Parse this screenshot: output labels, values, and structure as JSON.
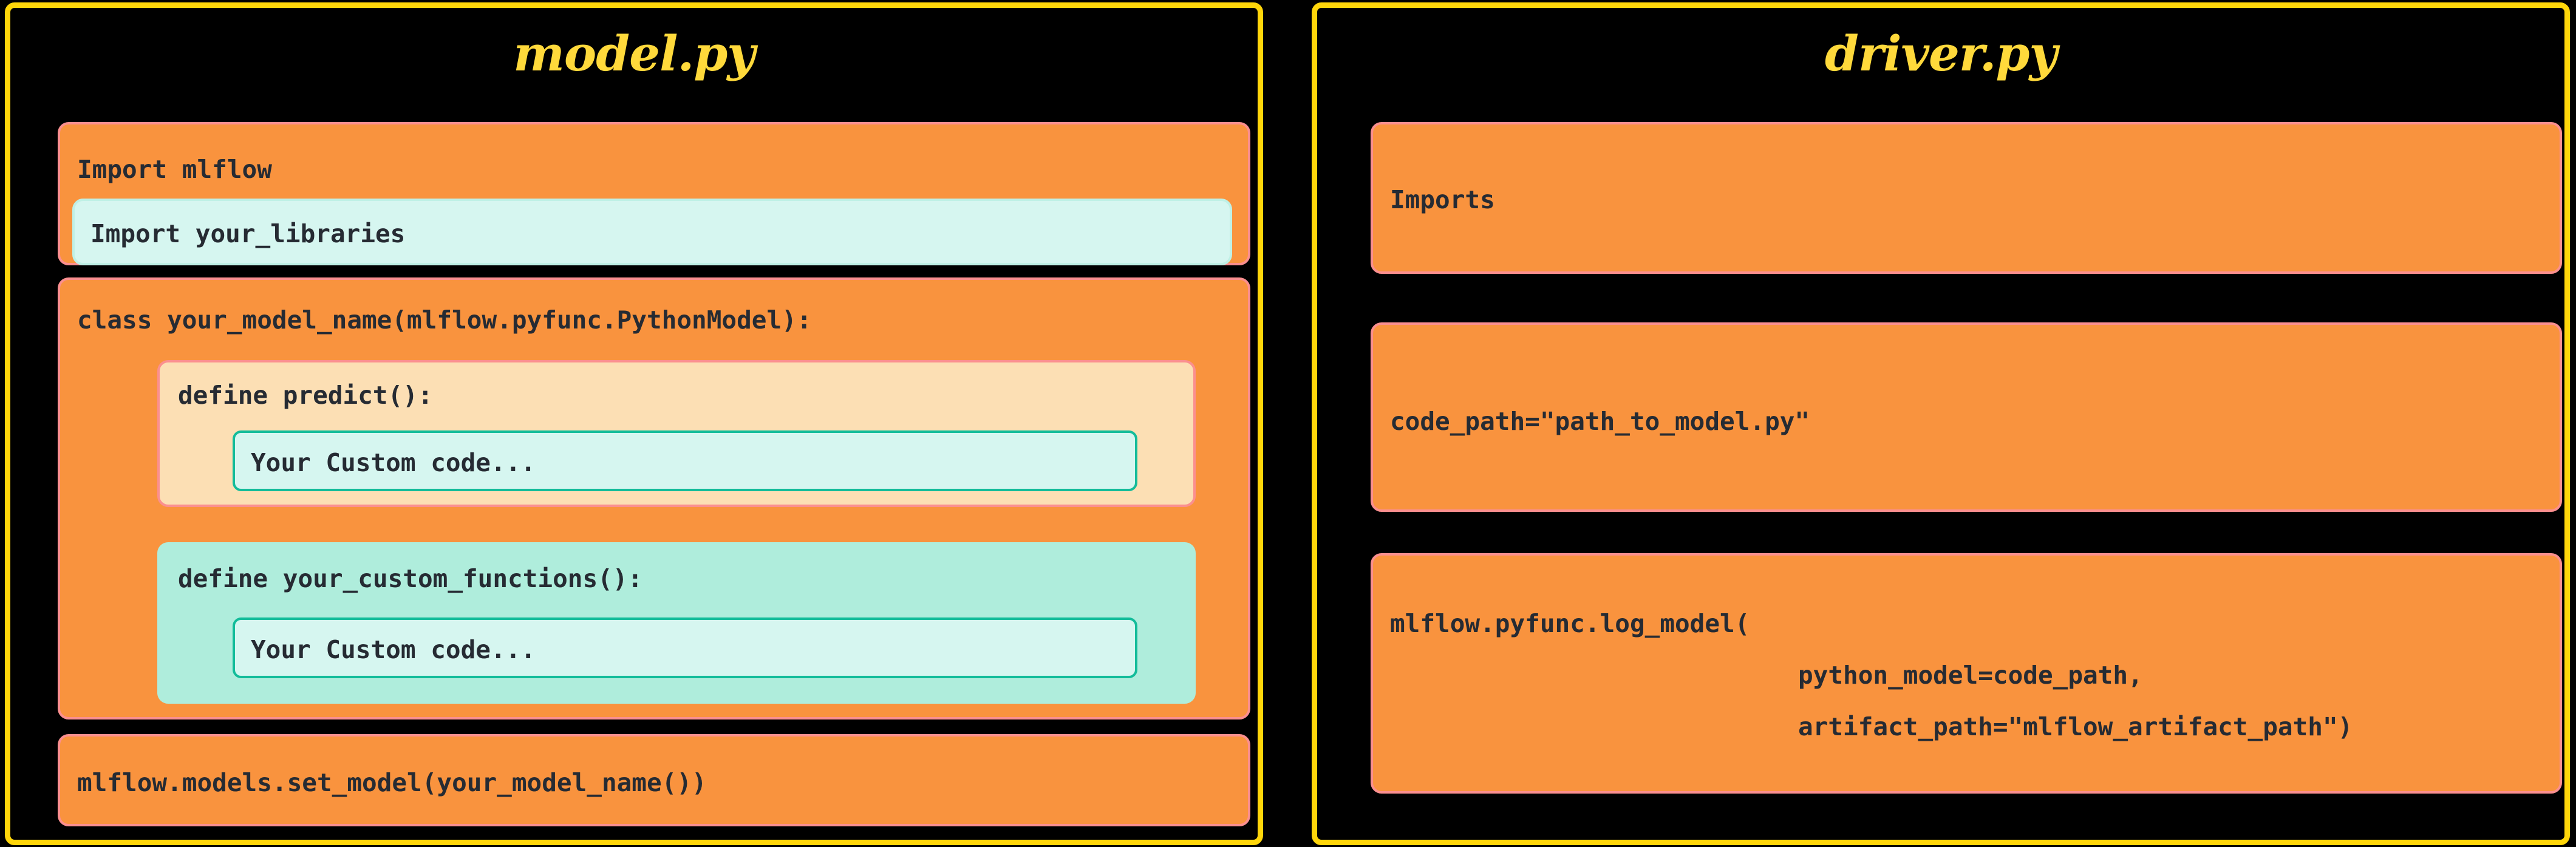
{
  "diagram": {
    "background_color": "#000000",
    "panel_border_color": "#FFD60A",
    "title_color": "#FFD93B",
    "block_orange": "#F9933E",
    "block_orange_border": "#FB8F8F",
    "block_cyan": "#D6F6F0",
    "block_peach": "#FCDFB4",
    "block_mint": "#AFEDDC",
    "codebox_border": "#13BC9A",
    "code_text_color": "#262B33"
  },
  "panels": [
    {
      "id": "model-py",
      "title": "model.py",
      "blocks": {
        "import_mlflow": "Import mlflow",
        "import_libraries": "Import your_libraries",
        "class_def": "class your_model_name(mlflow.pyfunc.PythonModel):",
        "predict_def": "define predict():",
        "predict_code": "Your Custom code...",
        "custom_functions_def": "define your_custom_functions():",
        "custom_functions_code": "Your Custom code...",
        "set_model": "mlflow.models.set_model(your_model_name())"
      }
    },
    {
      "id": "driver-py",
      "title": "driver.py",
      "blocks": {
        "imports": "Imports",
        "code_path": "code_path=\"path_to_model.py\"",
        "log_model_head": "mlflow.pyfunc.log_model(",
        "log_model_arg1": "python_model=code_path,",
        "log_model_arg2": "artifact_path=\"mlflow_artifact_path\")"
      }
    }
  ]
}
